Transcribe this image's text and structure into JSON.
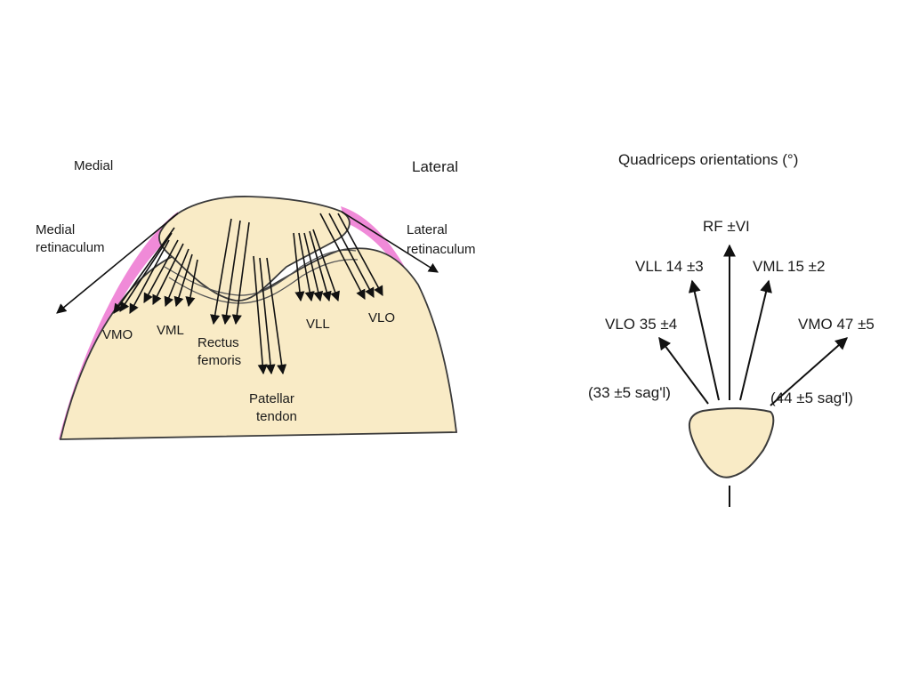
{
  "left_panel": {
    "medial": "Medial",
    "lateral": "Lateral",
    "medial_retinaculum": [
      "Medial",
      "retinaculum"
    ],
    "lateral_retinaculum": [
      "Lateral",
      "retinaculum"
    ],
    "vmo": "VMO",
    "vml": "VML",
    "rectus_femoris": [
      "Rectus",
      "femoris"
    ],
    "patellar_tendon": [
      "Patellar",
      "tendon"
    ],
    "vll": "VLL",
    "vlo": "VLO"
  },
  "right_panel": {
    "title": "Quadriceps orientations (°)",
    "rf": "RF ±VI",
    "vll": "VLL 14 ±3",
    "vml": "VML 15 ±2",
    "vlo": "VLO 35 ±4",
    "vmo": "VMO 47 ±5",
    "vlo_sag": "(33 ±5 sag'l)",
    "vmo_sag": "(44 ±5 sag'l)"
  },
  "colors": {
    "tissue": "#f9ebc6",
    "retinaculum": "#f08ad8",
    "outline": "#3a3a3a"
  }
}
